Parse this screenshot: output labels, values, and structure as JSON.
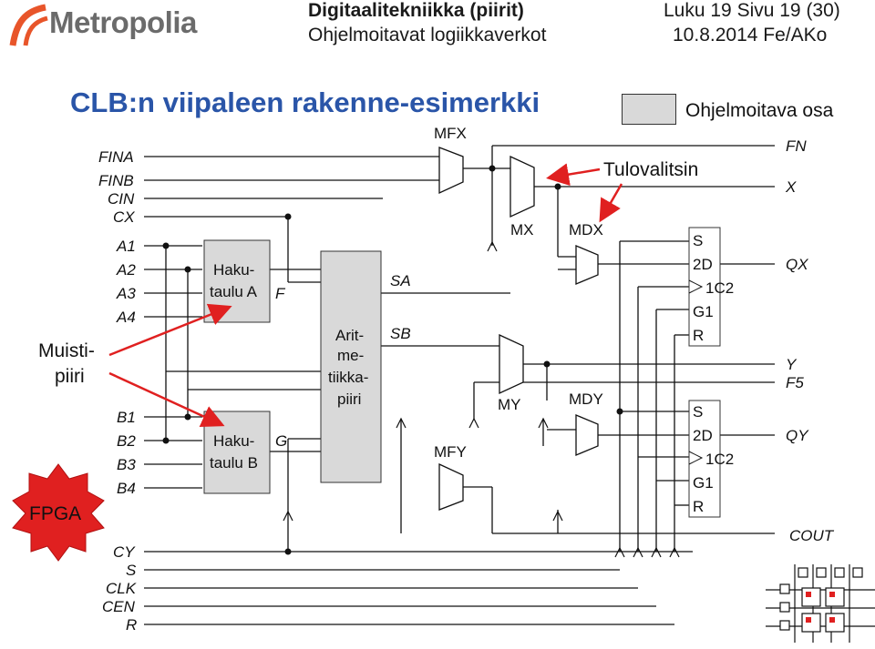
{
  "header": {
    "logo_text": "Metropolia",
    "course": "Digitaalitekniikka (piirit)",
    "topic": "Ohjelmoitavat logiikkaverkot",
    "page_info": "Luku 19  Sivu 19 (30)",
    "date_info": "10.8.2014 Fe/AKo"
  },
  "slide": {
    "title": "CLB:n viipaleen rakenne-esimerkki",
    "legend_label": "Ohjelmoitava osa"
  },
  "annotations": {
    "selector": "Tulovalitsin",
    "memory_1": "Muisti-",
    "memory_2": "piiri",
    "fpga": "FPGA"
  },
  "inputs": {
    "top": [
      "FINA",
      "FINB",
      "CIN",
      "CX"
    ],
    "a": [
      "A1",
      "A2",
      "A3",
      "A4"
    ],
    "b": [
      "B1",
      "B2",
      "B3",
      "B4"
    ],
    "bottom": [
      "CY",
      "S",
      "CLK",
      "CEN",
      "R"
    ]
  },
  "outputs": {
    "fn": "FN",
    "x": "X",
    "qx": "QX",
    "y": "Y",
    "f5": "F5",
    "qy": "QY",
    "cout": "COUT"
  },
  "blocks": {
    "lut_a_1": "Haku-",
    "lut_a_2": "taulu A",
    "lut_b_1": "Haku-",
    "lut_b_2": "taulu B",
    "arith_1": "Arit-",
    "arith_2": "me-",
    "arith_3": "tiikka-",
    "arith_4": "piiri",
    "ff_s": "S",
    "ff_2d": "2D",
    "ff_1c2": "1C2",
    "ff_g1": "G1",
    "ff_r": "R"
  },
  "signals": {
    "f": "F",
    "g": "G",
    "sa": "SA",
    "sb": "SB",
    "mfx": "MFX",
    "mx": "MX",
    "mdx": "MDX",
    "mfy": "MFY",
    "my": "MY",
    "mdy": "MDY"
  },
  "colors": {
    "title": "#2a55a8",
    "programmable": "#d9d9d9",
    "arrow": "#e02020",
    "fpga_badge": "#e02020",
    "logo": "#6b6b6b"
  }
}
